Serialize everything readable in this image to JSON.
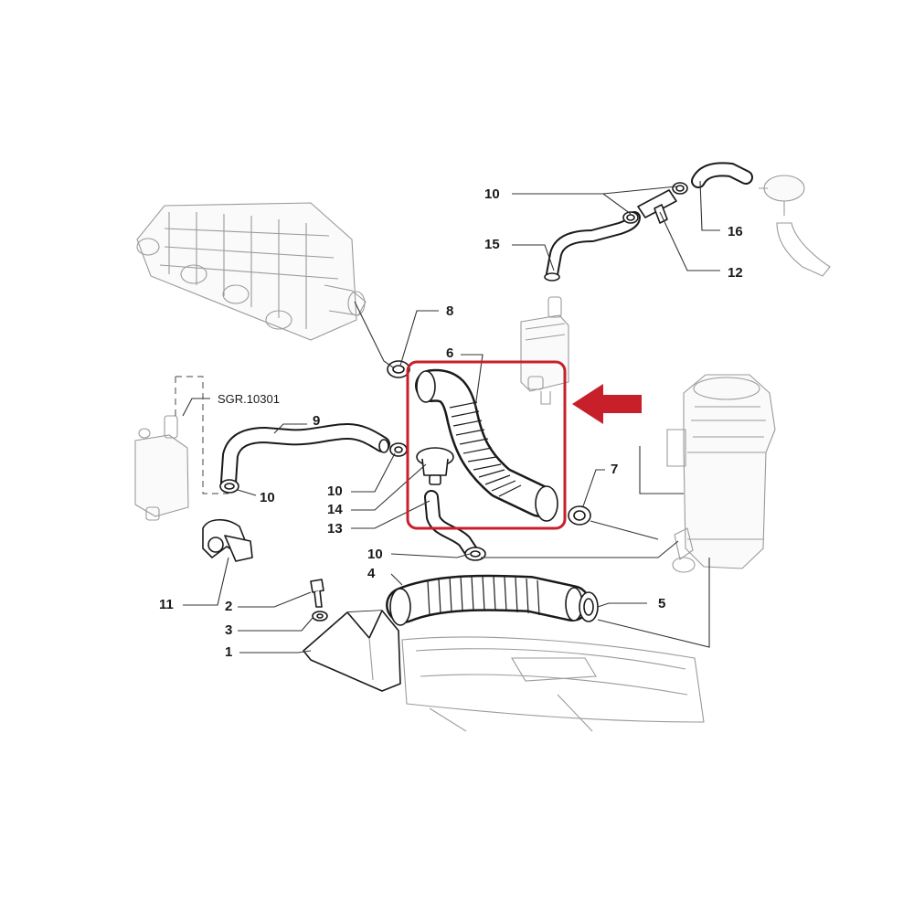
{
  "diagram": {
    "reference_label": "SGR.10301",
    "callouts": [
      {
        "key": "c1",
        "text": "1"
      },
      {
        "key": "c2",
        "text": "2"
      },
      {
        "key": "c3",
        "text": "3"
      },
      {
        "key": "c4",
        "text": "4"
      },
      {
        "key": "c5",
        "text": "5"
      },
      {
        "key": "c6",
        "text": "6"
      },
      {
        "key": "c7",
        "text": "7"
      },
      {
        "key": "c8",
        "text": "8"
      },
      {
        "key": "c9",
        "text": "9"
      },
      {
        "key": "c10a",
        "text": "10"
      },
      {
        "key": "c10b",
        "text": "10"
      },
      {
        "key": "c10c",
        "text": "10"
      },
      {
        "key": "c10d",
        "text": "10"
      },
      {
        "key": "c11",
        "text": "11"
      },
      {
        "key": "c12",
        "text": "12"
      },
      {
        "key": "c13",
        "text": "13"
      },
      {
        "key": "c14",
        "text": "14"
      },
      {
        "key": "c15",
        "text": "15"
      },
      {
        "key": "c16",
        "text": "16"
      }
    ],
    "highlight_color": "#c8202a",
    "line_color": "#1a1a1a",
    "highlighted_part": "6"
  }
}
